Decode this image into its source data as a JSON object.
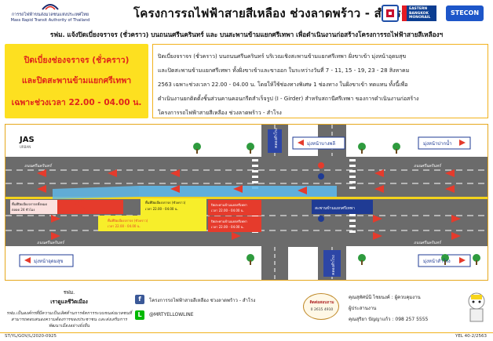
{
  "header": {
    "org_th": "การรถไฟฟ้าขนส่งมวลชนแห่งประเทศไทย",
    "org_en": "Mass Rapid Transit Authority of Thailand",
    "title": "โครงการรถไฟฟ้าสายสีเหลือง ช่วงลาดพร้าว - สำโรง",
    "eastern_logo": "EASTERN BANGKOK MONORAIL",
    "stecon_logo": "STECON",
    "colors": {
      "accent_yellow": "#fde020",
      "red_text": "#e0251b",
      "blue": "#1d56c9"
    }
  },
  "subtitle": "รฟม. แจ้งปิดเบี่ยงจราจร (ชั่วคราว) บนถนนศรีนครินทร์ และ บนสะพานข้ามแยกศรีเทพา เพื่อดำเนินงานก่อสร้างโครงการรถไฟฟ้าสายสีเหลืองฯ",
  "headline": {
    "line1": "ปิดเบี่ยงช่องจราจร (ชั่วคราว)",
    "line2": "และปิดสะพานข้ามแยกศรีเทพา",
    "line3": "เฉพาะช่วงเวลา 22.00 - 04.00 น."
  },
  "description": [
    "ปิดเบี่ยงจราจร (ชั่วคราว) บนถนนศรีนครินทร์ บริเวณเชิงสะพานข้ามแยกศรีเทพา ฝั่งขาเข้า มุ่งหน้าอุดมสุข",
    "และปิดสะพานข้ามแยกศรีเทพา ทั้งฝั่งขาเข้าและขาออก ในระหว่างวันที่ 7 - 11, 15 - 19, 23 - 28 สิงหาคม",
    "2563 เฉพาะช่วงเวลา 22.00 - 04.00 น. โดยให้ใช้ช่องทางพิเศษ 1 ช่องทาง ในฝั่งขาเข้า ทดแทน ทั้งนี้เพื่อ",
    "ดำเนินงานยกติดตั้งชิ้นส่วนคานคอนกรีตสำเร็จรูป (I - Girder) สำหรับสถานีศรีเทพา ของการดำเนินงานก่อสร้าง",
    "โครงการรถไฟฟ้าสายสีเหลือง ช่วงลาดพร้าว - สำโรง"
  ],
  "diagram": {
    "jas_logo": "JAS",
    "jas_sub": "URBAN",
    "road_label": "ถนนศรีนครินทร์",
    "dir_bangphli": "มุ่งหน้าบางพลี",
    "dir_paknam": "มุ่งหน้าปากน้ำ",
    "dir_udomsuk": "มุ่งหน้าอุดมสุข",
    "dir_samrong": "มุ่งหน้าสำโรง",
    "road_khlong_samrong": "คลองสำโรง",
    "road_khlong_sam": "คลองสำโรง",
    "road_sritepha": "แยกศรีเทพา",
    "closure_left_1": "พื้นที่ปิดเบี่ยงจราจรทั้งหมด",
    "closure_left_2": "ตลอด 24 ชั่วโมง",
    "closure_a_1": "พื้นที่ปิดเบี่ยงจราจร (ชั่วคราว)",
    "closure_a_2": "เวลา 22.00 - 04.00 น.",
    "closure_b_1": "ปิดสะพานข้ามแยกศรีเทพา",
    "closure_b_2": "เวลา 22.00 - 04.00 น.",
    "closure_c_1": "พื้นที่ปิดเบี่ยงจราจร (ชั่วคราว)",
    "closure_c_2": "เวลา 22.00 - 04.00 น.",
    "closure_d_1": "ปิดสะพานข้ามแยกศรีเทพา",
    "closure_d_2": "เวลา 22.00 - 04.00 น.",
    "bridge_label": "สะพานข้ามแยกศรีเทพา"
  },
  "footer": {
    "pr_label": "รฟม.",
    "pr_sub": "เราดูแลชีวิตเมือง",
    "quote": "รฟม.เป็นองค์กรที่มีความเป็นเลิศด้านการจัดการระบบขนส่งมวลชนที่สามารถตอบสนองความต้องการของประชาชน และส่งเสริมการพัฒนาเมืองอย่างยั่งยืน",
    "facebook": "โครงการรถไฟฟ้าสายสีเหลือง ช่วงลาดพร้าว - สำโรง",
    "line": "@MRTYELLOWLINE",
    "badge_title": "ติดต่อสอบถาม",
    "badge_num": "0 2615 4910",
    "contact": [
      {
        "name": "คุณสุทัศน์นี ไชยนงค์",
        "role": ": ผู้ควบคุมงาน"
      },
      {
        "name": "ผู้ประสานงาน",
        "role": ""
      },
      {
        "name": "คุณสุริยา ปัญญาแก้ว",
        "role": ": 098 257 5555"
      }
    ],
    "code_left": "ST/YL/GOV/L/2020-0925",
    "code_right": "YEL 40-2/2563"
  }
}
